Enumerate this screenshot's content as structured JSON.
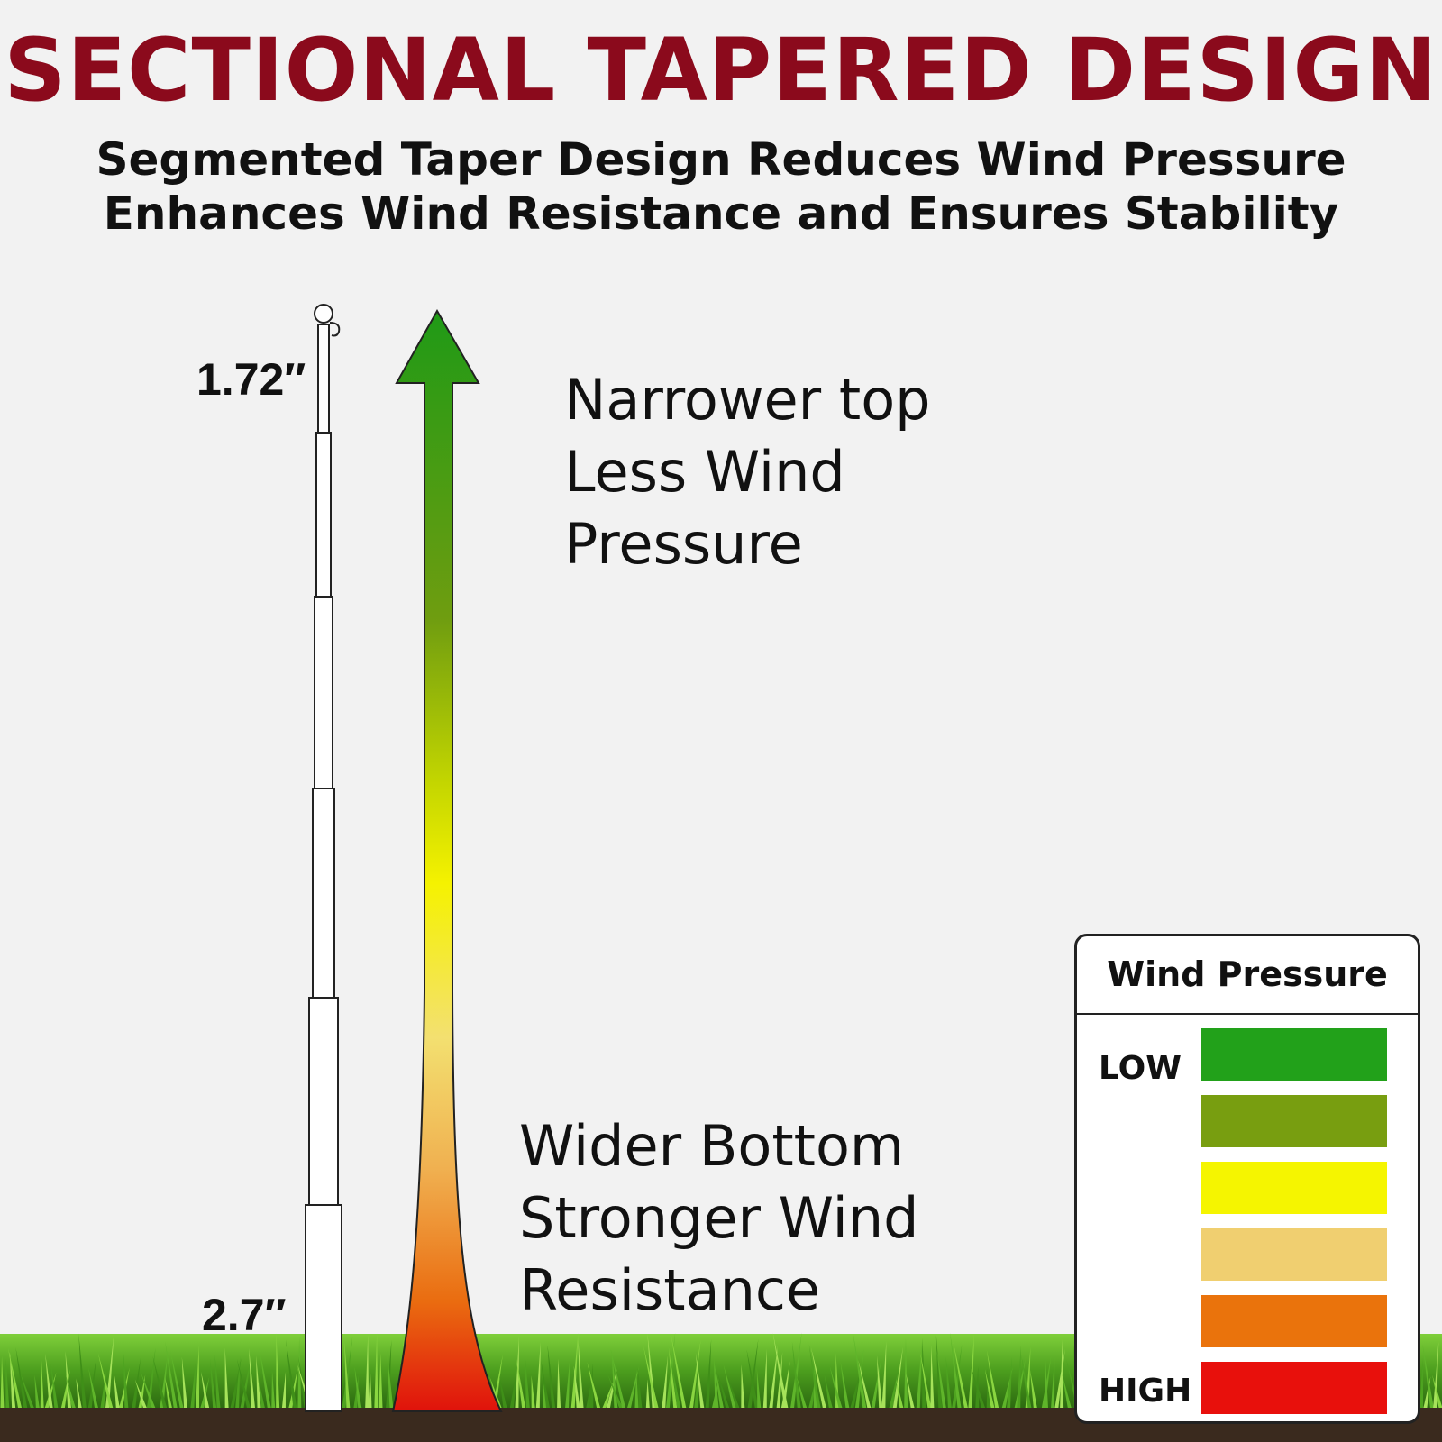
{
  "header": {
    "title": "SECTIONAL TAPERED DESIGN",
    "subtitle_line1": "Segmented Taper Design Reduces Wind Pressure",
    "subtitle_line2": "Enhances Wind Resistance and Ensures Stability"
  },
  "pole": {
    "top_diameter": "1.72′′",
    "bottom_diameter": "2.7′′"
  },
  "callouts": {
    "top": [
      "Narrower top",
      "Less Wind",
      "Pressure"
    ],
    "bottom": [
      "Wider Bottom",
      "Stronger Wind",
      "Resistance"
    ]
  },
  "legend": {
    "title": "Wind Pressure",
    "low_label": "LOW",
    "high_label": "HIGH",
    "swatch_colors": [
      "#22a11a",
      "#789e10",
      "#f5f500",
      "#f0cf70",
      "#ea730c",
      "#e8100c"
    ]
  },
  "colors": {
    "title": "#8b0a1c",
    "arrow_gradient": [
      "#1f9a16",
      "#6f9d10",
      "#c4d600",
      "#f5f200",
      "#f3e070",
      "#f0b050",
      "#ea6c10",
      "#e0120c"
    ]
  }
}
